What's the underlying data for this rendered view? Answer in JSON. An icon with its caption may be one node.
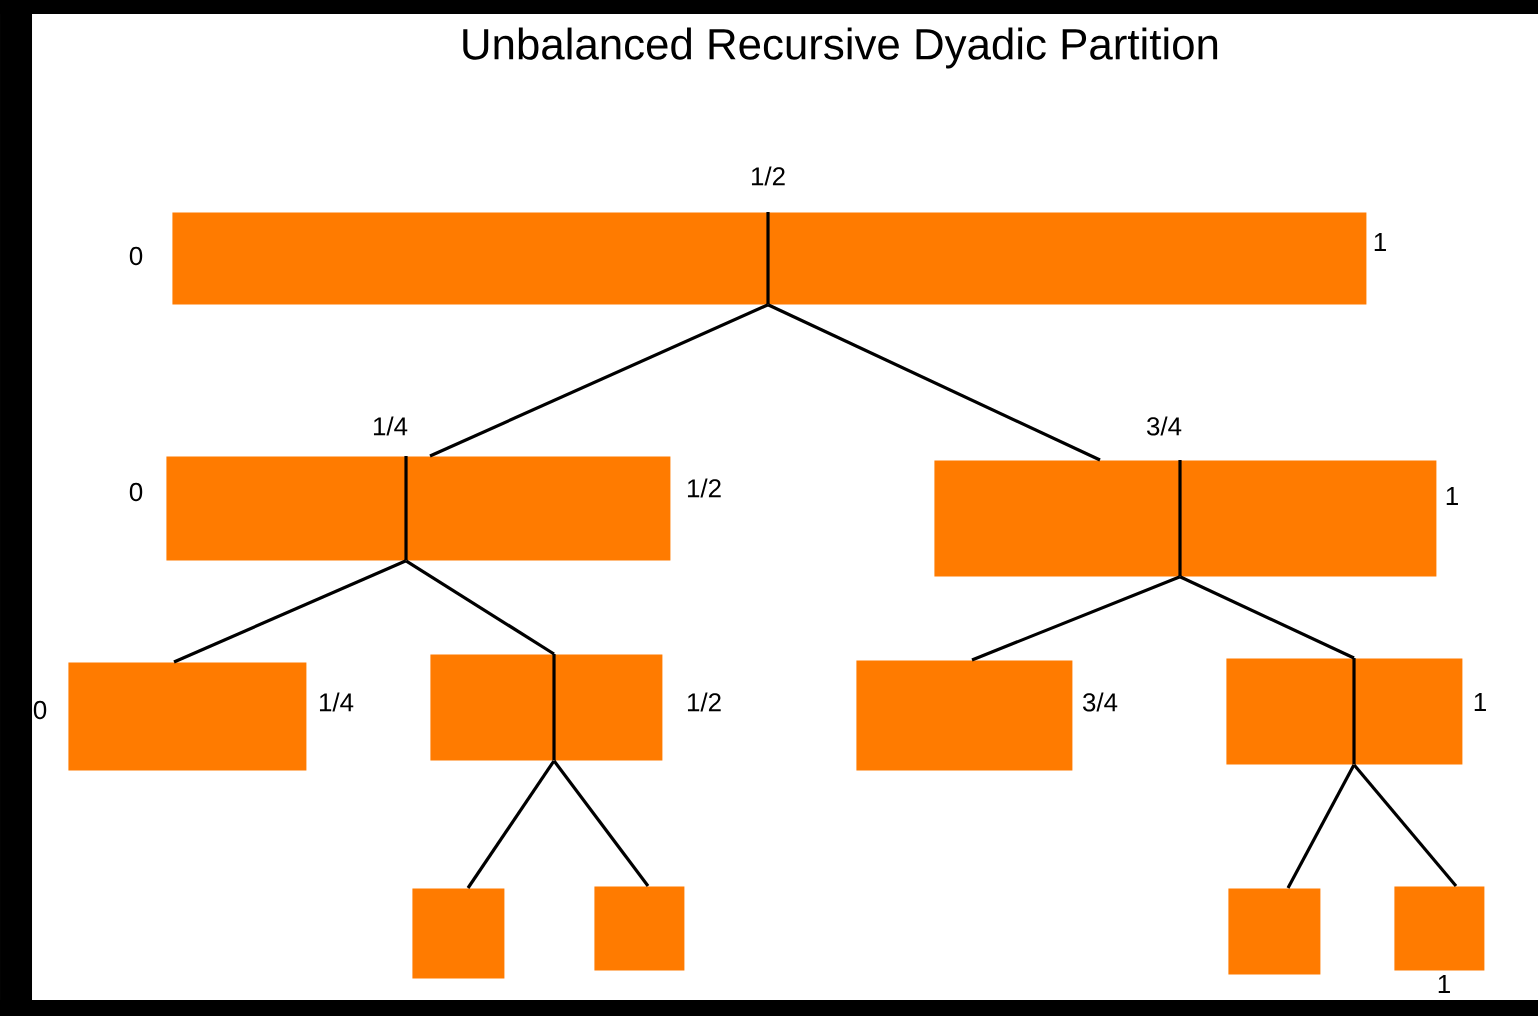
{
  "diagram": {
    "title": "Unbalanced Recursive Dyadic Partition",
    "nodes": [
      {
        "text": [],
        "shape": "box",
        "beside": [
          "0",
          "1/2",
          "1"
        ]
      },
      {
        "text": [],
        "shape": "box",
        "beside": [
          "1/4",
          "0",
          "1/2"
        ]
      },
      {
        "text": [],
        "shape": "box",
        "beside": [
          "3/4",
          "1"
        ]
      },
      {
        "text": [],
        "shape": "box",
        "beside": [
          "0",
          "1/4"
        ]
      },
      {
        "text": [],
        "shape": "box",
        "beside": [
          "1/2"
        ]
      },
      {
        "text": [],
        "shape": "box",
        "beside": [
          "3/4"
        ]
      },
      {
        "text": [],
        "shape": "box",
        "beside": [
          "1"
        ]
      },
      {
        "text": [],
        "shape": "box"
      },
      {
        "text": [],
        "shape": "box"
      },
      {
        "text": [],
        "shape": "box"
      },
      {
        "text": [],
        "shape": "box",
        "beside": [
          "1"
        ]
      }
    ],
    "edges": [
      {
        "from": 0,
        "to": 1,
        "arrow": "none"
      },
      {
        "from": 0,
        "to": 2,
        "arrow": "none"
      },
      {
        "from": 1,
        "to": 3,
        "arrow": "none"
      },
      {
        "from": 1,
        "to": 4,
        "arrow": "none"
      },
      {
        "from": 2,
        "to": 5,
        "arrow": "none"
      },
      {
        "from": 2,
        "to": 6,
        "arrow": "none"
      },
      {
        "from": 4,
        "to": 7,
        "arrow": "none"
      },
      {
        "from": 4,
        "to": 8,
        "arrow": "none"
      },
      {
        "from": 6,
        "to": 9,
        "arrow": "none"
      },
      {
        "from": 6,
        "to": 10,
        "arrow": "none"
      }
    ]
  }
}
